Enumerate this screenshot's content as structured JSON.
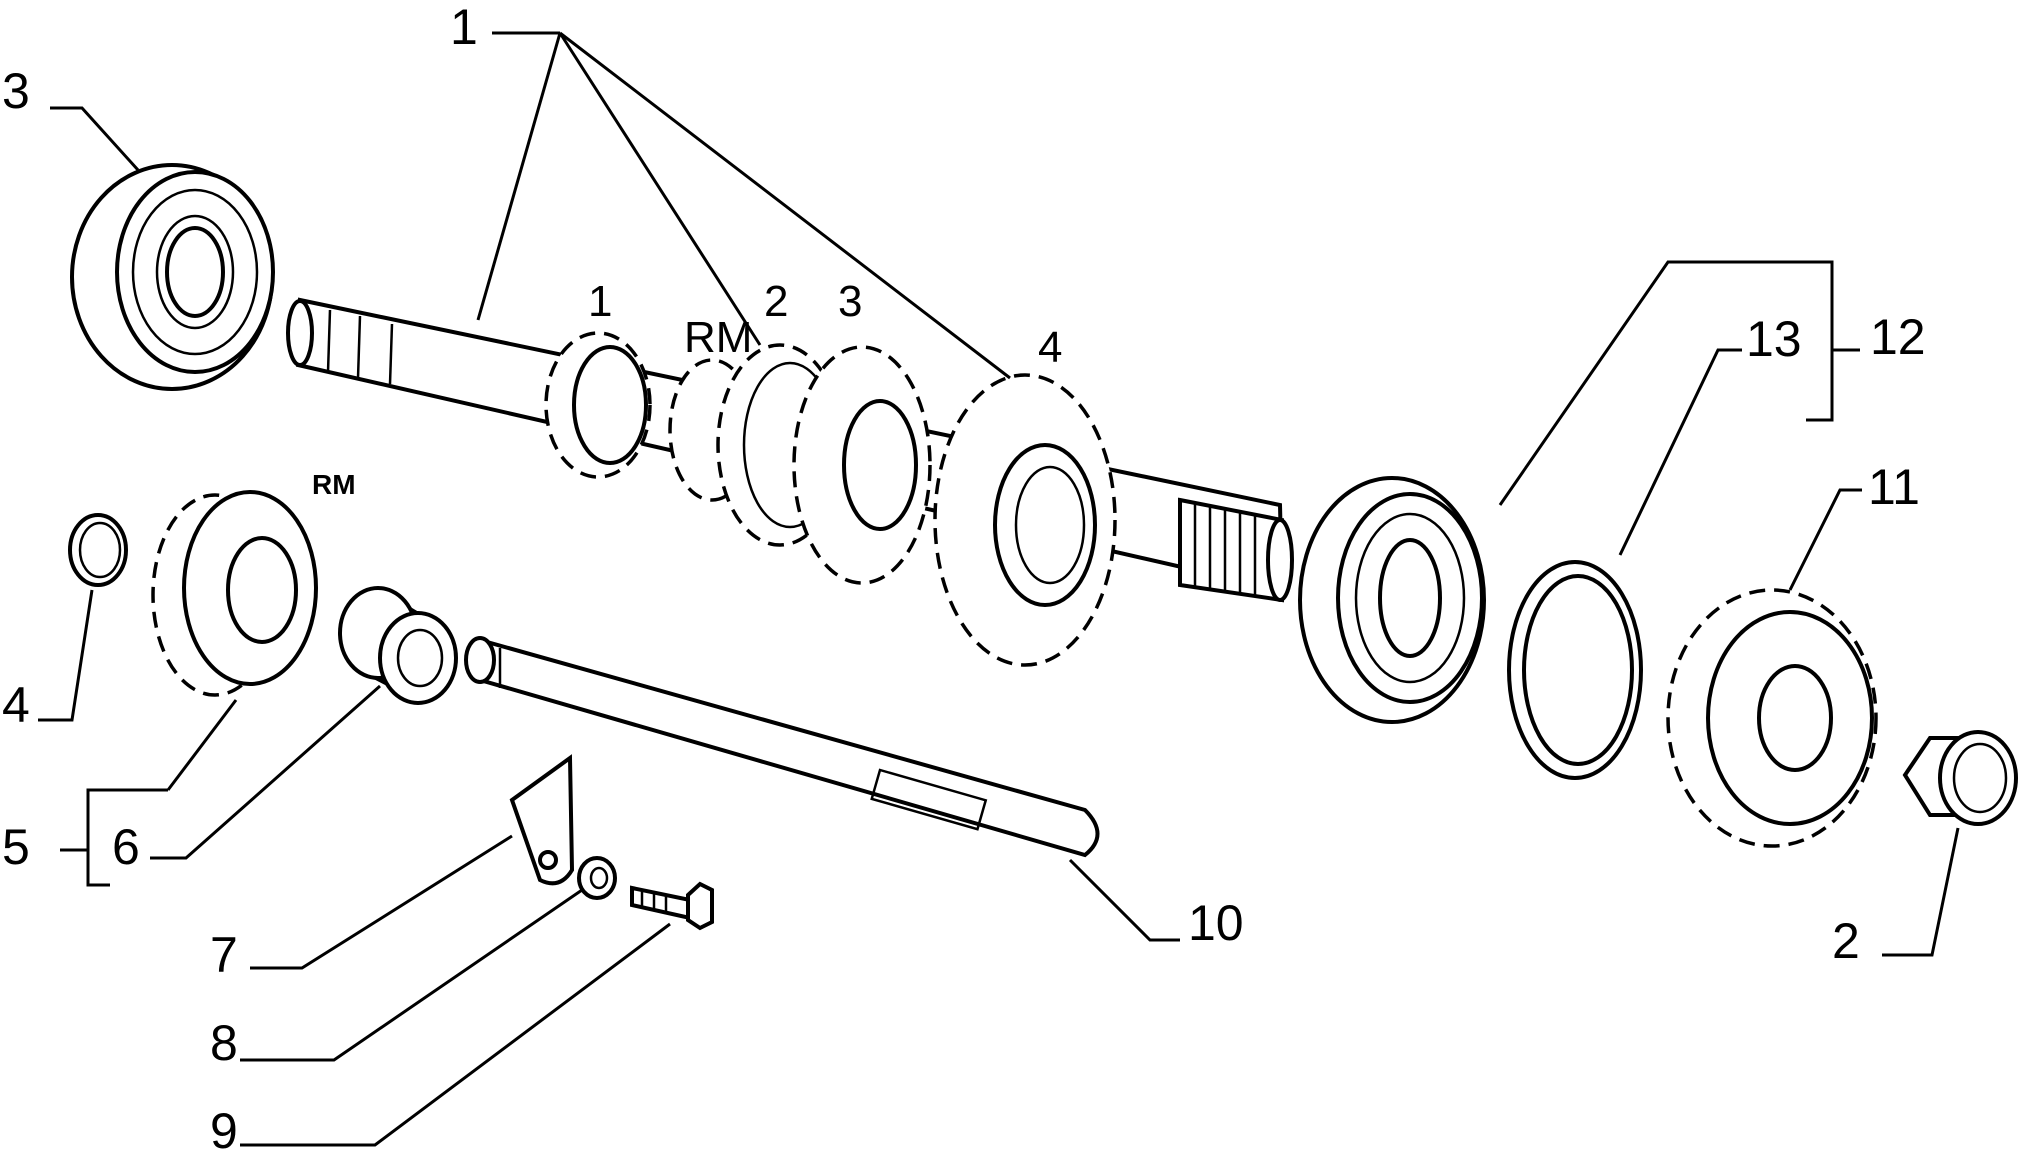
{
  "callouts": {
    "n1": "1",
    "n2": "2",
    "n3": "3",
    "n4": "4",
    "n5": "5",
    "n6": "6",
    "n7": "7",
    "n8": "8",
    "n9": "9",
    "n10": "10",
    "n11": "11",
    "n12": "12",
    "n13": "13"
  },
  "gear_labels": {
    "g1": "1",
    "grm": "RM",
    "g2": "2",
    "g3": "3",
    "g4": "4",
    "rm_small": "RM"
  }
}
